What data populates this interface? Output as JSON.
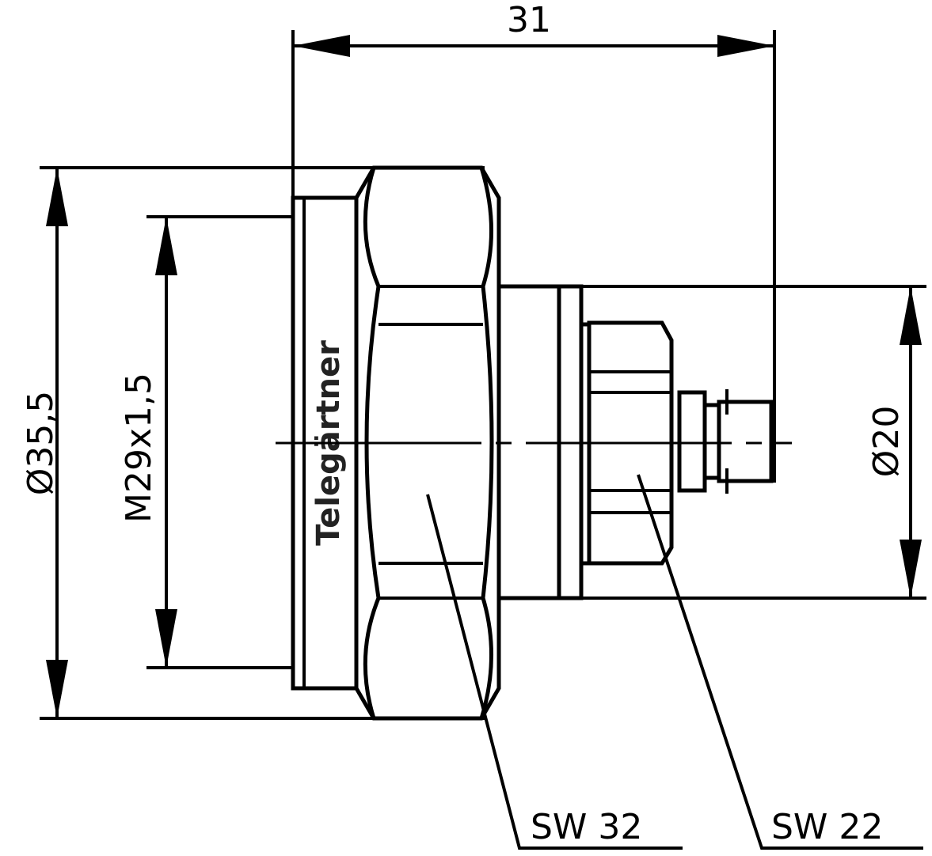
{
  "dimensions": {
    "length": "31",
    "outer_diameter": "Ø35,5",
    "thread": "M29x1,5",
    "body_diameter": "Ø20"
  },
  "wrench_sizes": {
    "large_nut": "SW  32",
    "small_nut": "SW  22"
  },
  "brand_text": "Telegärtner"
}
